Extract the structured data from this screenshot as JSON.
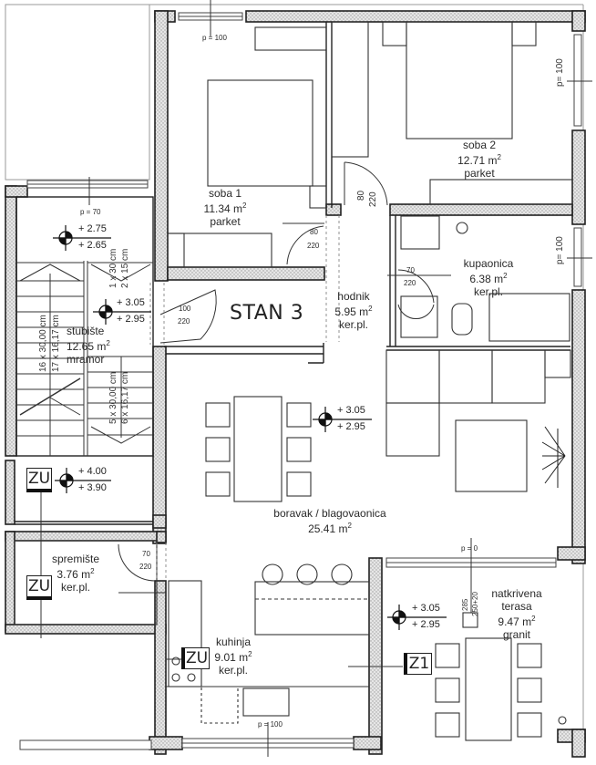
{
  "plan_title": "STAN 3",
  "rooms": {
    "soba1": {
      "name": "soba 1",
      "area": "11.34 m",
      "floor": "parket"
    },
    "soba2": {
      "name": "soba 2",
      "area": "12.71 m",
      "floor": "parket"
    },
    "kupaonica": {
      "name": "kupaonica",
      "area": "6.38 m",
      "floor": "ker.pl."
    },
    "hodnik": {
      "name": "hodnik",
      "area": "5.95 m",
      "floor": "ker.pl."
    },
    "stubiste": {
      "name": "stubište",
      "area": "12.65 m",
      "floor": "mramor"
    },
    "boravak": {
      "name": "boravak / blagovaonica",
      "area": "25.41 m"
    },
    "spremiste": {
      "name": "spremište",
      "area": "3.76 m",
      "floor": "ker.pl."
    },
    "kuhinja": {
      "name": "kuhinja",
      "area": "9.01 m",
      "floor": "ker.pl."
    },
    "terasa": {
      "name1": "natkrivena",
      "name2": "terasa",
      "area": "9.47 m",
      "floor": "granit"
    }
  },
  "area_unit_sup": "2",
  "windows": {
    "top": "p = 100",
    "stair": "p = 70",
    "soba2_right": "p= 100",
    "bath_right": "p= 100",
    "terrace": "p = 0",
    "kitchen": "p = 100"
  },
  "doors": {
    "soba2": {
      "w": "80",
      "h": "220"
    },
    "soba1": {
      "w": "80",
      "h": "220"
    },
    "bath": {
      "w": "70",
      "h": "220"
    },
    "entry": {
      "w": "100",
      "h": "220"
    },
    "storage": {
      "w": "70",
      "h": "220"
    }
  },
  "levels": {
    "stair_top": {
      "top": "+ 2.75",
      "bottom": "+ 2.65"
    },
    "stair_mid": {
      "top": "+ 3.05",
      "bottom": "+ 2.95"
    },
    "living": {
      "top": "+ 3.05",
      "bottom": "+ 2.95"
    },
    "zu_top": {
      "top": "+ 4.00",
      "bottom": "+ 3.90"
    },
    "terrace": {
      "top": "+ 3.05",
      "bottom": "+ 2.95"
    }
  },
  "stair_dims": {
    "a1": "1 x 30 cm",
    "a2": "2 x 15 cm",
    "b1": "16 x 30,00 cm",
    "b2": "17 x 16,17 cm",
    "c1": "5 x 30,00 cm",
    "c2": "6 x 16,17 cm"
  },
  "terrace_dims": {
    "d1": "285",
    "d2": "250+20"
  },
  "tags": {
    "zu": "ZU",
    "z1": "Z1"
  }
}
